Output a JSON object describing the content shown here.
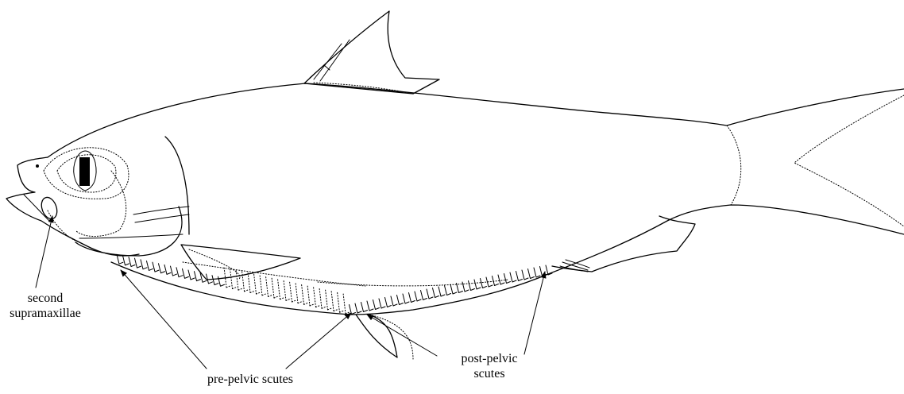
{
  "figure": {
    "labels": {
      "second_supramaxillae": [
        "second",
        "supramaxillae"
      ],
      "pre_pelvic_scutes": "pre-pelvic scutes",
      "post_pelvic_scutes": [
        "post-pelvic",
        "scutes"
      ]
    }
  }
}
